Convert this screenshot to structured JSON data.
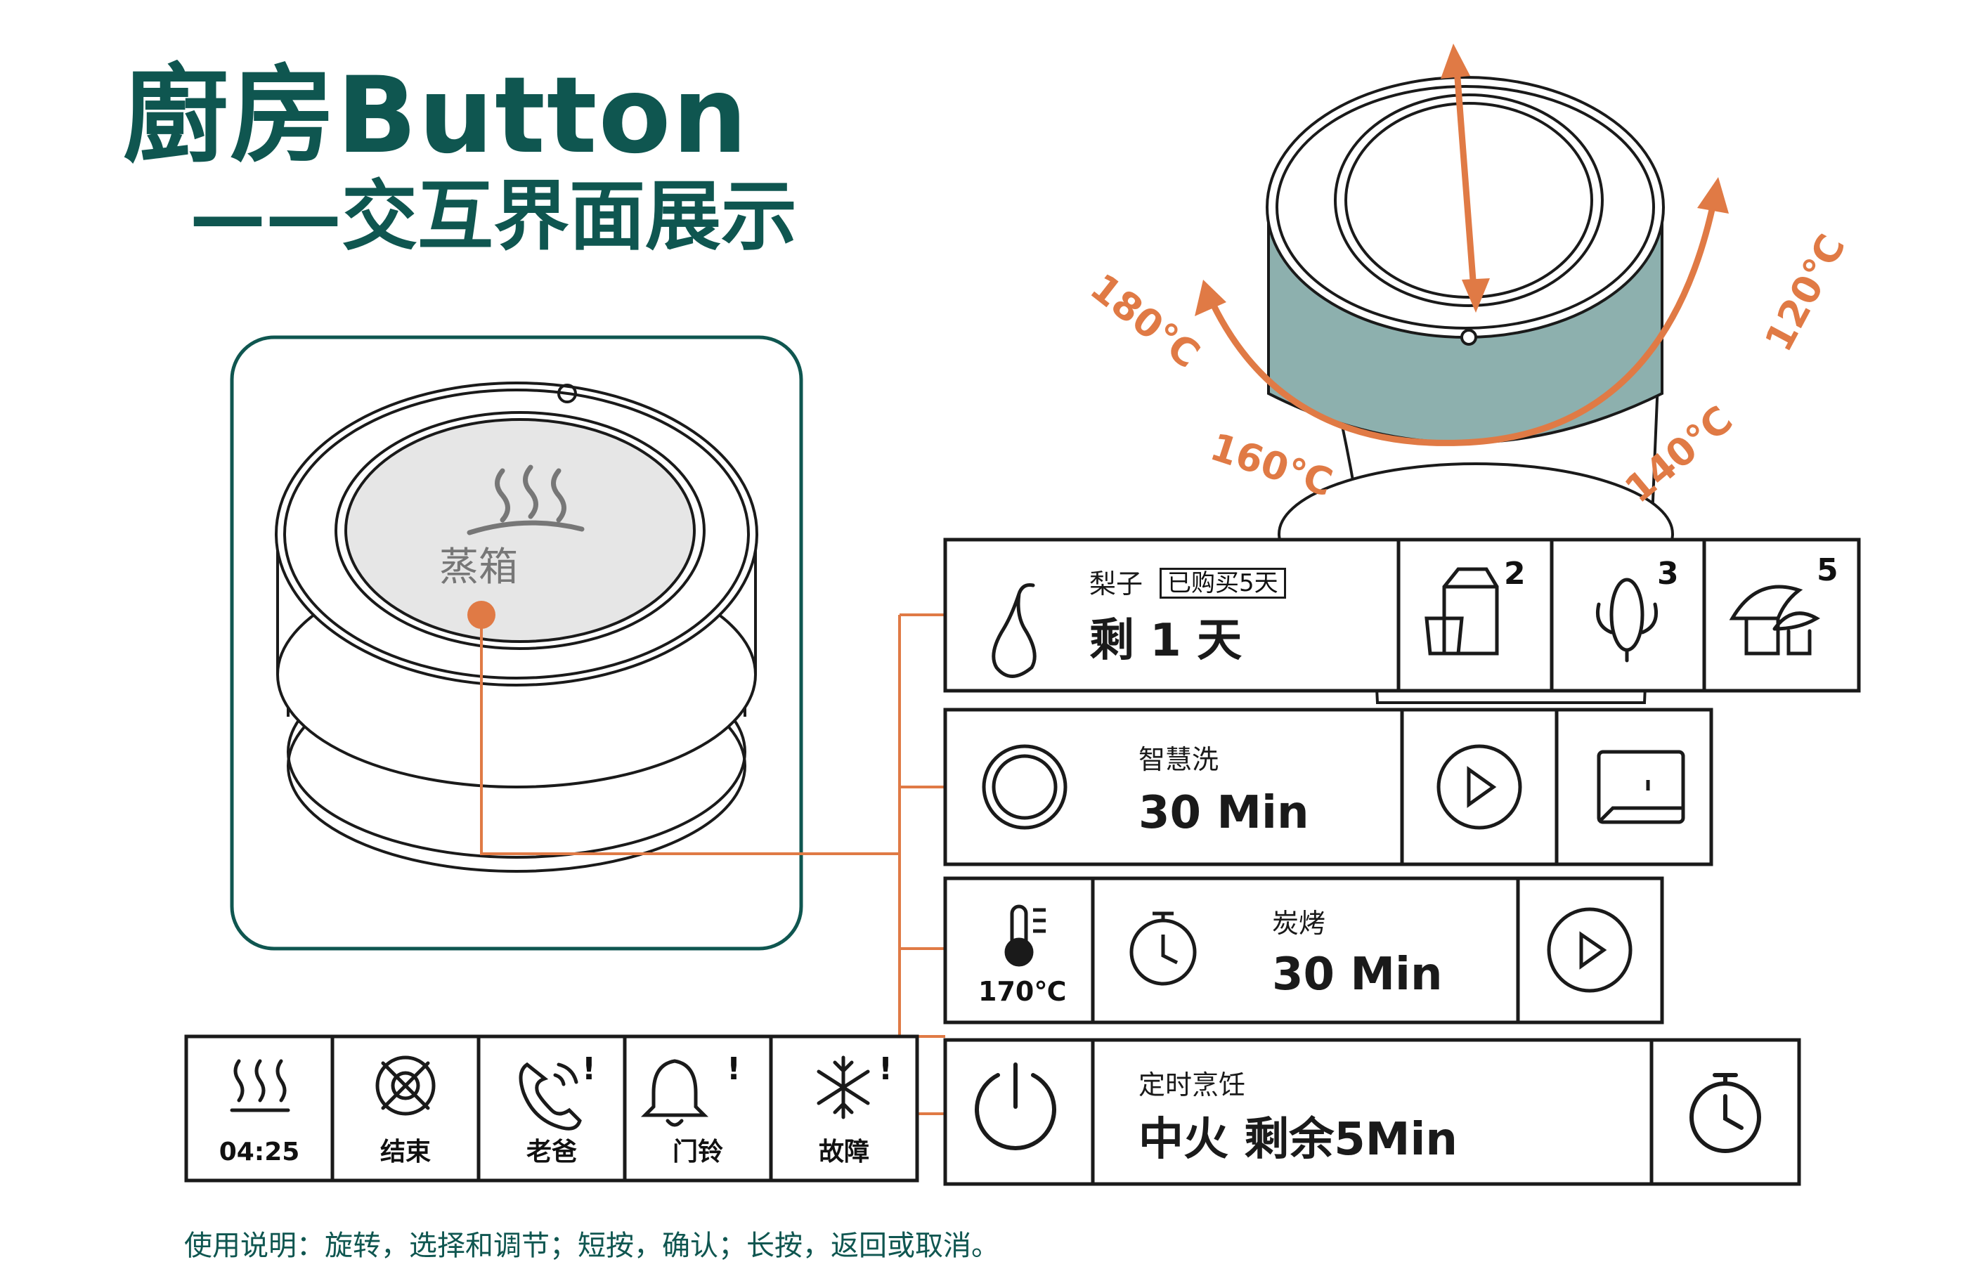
{
  "title": {
    "line1": "廚房Button",
    "line2": "——交互界面展示"
  },
  "device": {
    "label": "蒸箱"
  },
  "temps": [
    "180℃",
    "160℃",
    "140℃",
    "120℃"
  ],
  "panel1": {
    "item": "梨子",
    "purchased": "已购买5天",
    "remaining": "剩 1 天",
    "counts": [
      "2",
      "3",
      "5"
    ]
  },
  "panel2": {
    "label": "智慧洗",
    "value": "30 Min"
  },
  "panel3": {
    "temp": "170℃",
    "label": "炭烤",
    "value": "30 Min"
  },
  "panel4": {
    "label": "定时烹饪",
    "value": "中火 剩余5Min"
  },
  "status": {
    "items": [
      {
        "label": "04:25",
        "icon": "steam-icon"
      },
      {
        "label": "结束",
        "icon": "burner-off-icon"
      },
      {
        "label": "老爸",
        "icon": "phone-icon"
      },
      {
        "label": "门铃",
        "icon": "bell-icon"
      },
      {
        "label": "故障",
        "icon": "snowflake-icon"
      }
    ],
    "alert": "!"
  },
  "instruction": "使用说明：旋转，选择和调节；短按，确认；长按，返回或取消。",
  "colors": {
    "brand": "#0f5650",
    "accent": "#e07a45",
    "teal": "#8db0ae"
  }
}
